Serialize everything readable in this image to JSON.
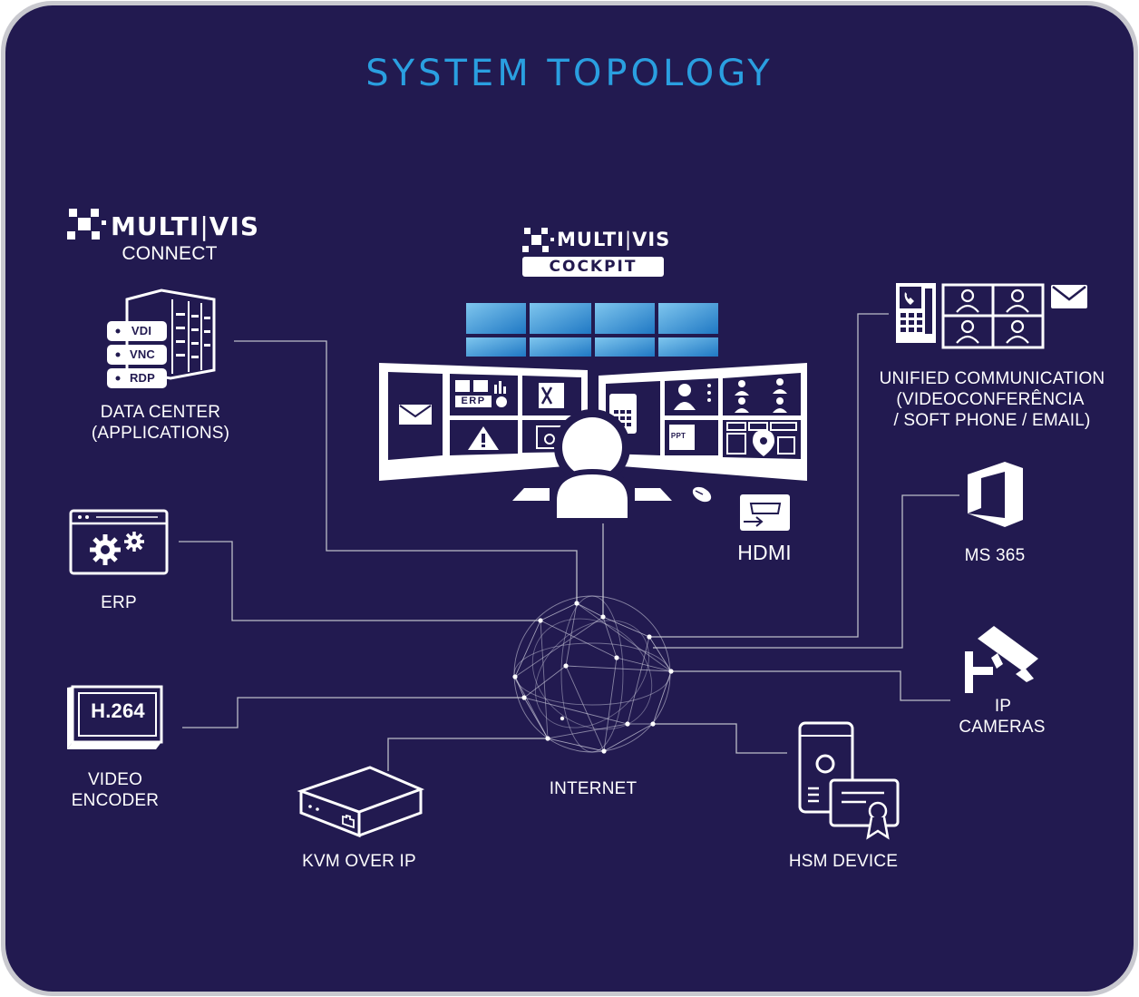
{
  "title": "SYSTEM TOPOLOGY",
  "colors": {
    "background": "#221a50",
    "frame": "#c9c9cf",
    "title": "#2a9fe0",
    "video_wall": "#2f8fd6"
  },
  "brand": {
    "connect": {
      "name_left": "MULTI",
      "name_right": "VIS",
      "sub": "CONNECT"
    },
    "cockpit": {
      "name_left": "MULTI",
      "name_right": "VIS",
      "sub": "COCKPIT"
    }
  },
  "data_center": {
    "tags": [
      "VDI",
      "VNC",
      "RDP"
    ],
    "line1": "DATA CENTER",
    "line2": "(APPLICATIONS)"
  },
  "monitor_labels": {
    "erp": "ERP",
    "ppt": "PPT"
  },
  "erp": {
    "label": "ERP"
  },
  "video_encoder": {
    "screen_text": "H.264",
    "line1": "VIDEO",
    "line2": "ENCODER"
  },
  "kvm": {
    "label": "KVM OVER IP"
  },
  "internet": {
    "label": "INTERNET"
  },
  "hsm": {
    "label": "HSM DEVICE"
  },
  "hdmi": {
    "label": "HDMI"
  },
  "uc": {
    "line1": "UNIFIED COMMUNICATION",
    "line2": "(VIDEOCONFERÊNCIA",
    "line3": "/ SOFT PHONE / EMAIL)"
  },
  "ms365": {
    "label": "MS 365"
  },
  "ip_cameras": {
    "line1": "IP",
    "line2": "CAMERAS"
  },
  "icons": [
    "multivis-logo-icon",
    "server-icon",
    "erp-window-icon",
    "gears-icon",
    "h264-monitor-icon",
    "kvm-box-icon",
    "globe-network-icon",
    "hsm-device-icon",
    "certificate-icon",
    "hdmi-icon",
    "desk-phone-icon",
    "video-conference-icon",
    "email-icon",
    "office-icon",
    "cctv-camera-icon",
    "operator-icon",
    "mouse-icon"
  ]
}
